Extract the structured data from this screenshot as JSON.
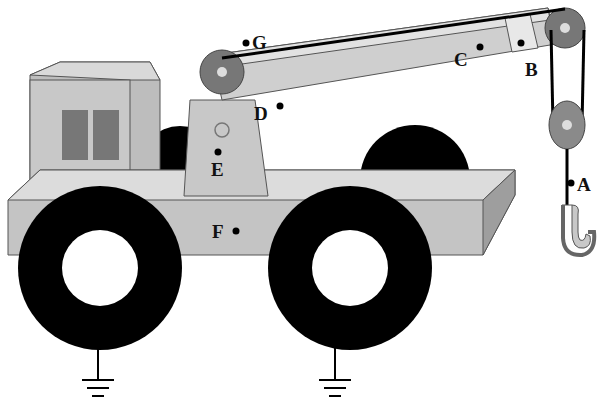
{
  "diagram": {
    "labels": [
      "G",
      "C",
      "B",
      "D",
      "E",
      "A",
      "F"
    ]
  }
}
